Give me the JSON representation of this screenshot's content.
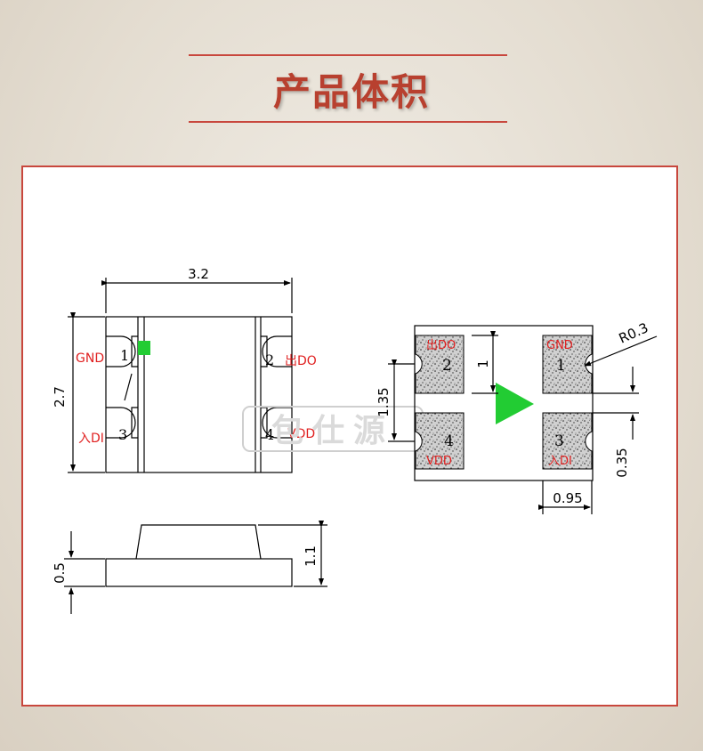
{
  "header": {
    "title": "产品体积"
  },
  "watermark": "包仕源",
  "dims": {
    "width": "3.2",
    "height": "2.7",
    "pad_height": "0.5",
    "total_height": "1.1",
    "pad_pitch": "1.35",
    "pad_len": "1",
    "radius": "R0.3",
    "pad_gap": "0.35",
    "pad_width": "0.95"
  },
  "pins": {
    "gnd": "GND",
    "di": "入DI",
    "do": "出DO",
    "vdd": "VDD",
    "n1": "1",
    "n2": "2",
    "n3": "3",
    "n4": "4"
  },
  "colors": {
    "accent": "#c8473d",
    "title": "#b8402f",
    "marker": "#22cc33",
    "label": "#e02020"
  }
}
